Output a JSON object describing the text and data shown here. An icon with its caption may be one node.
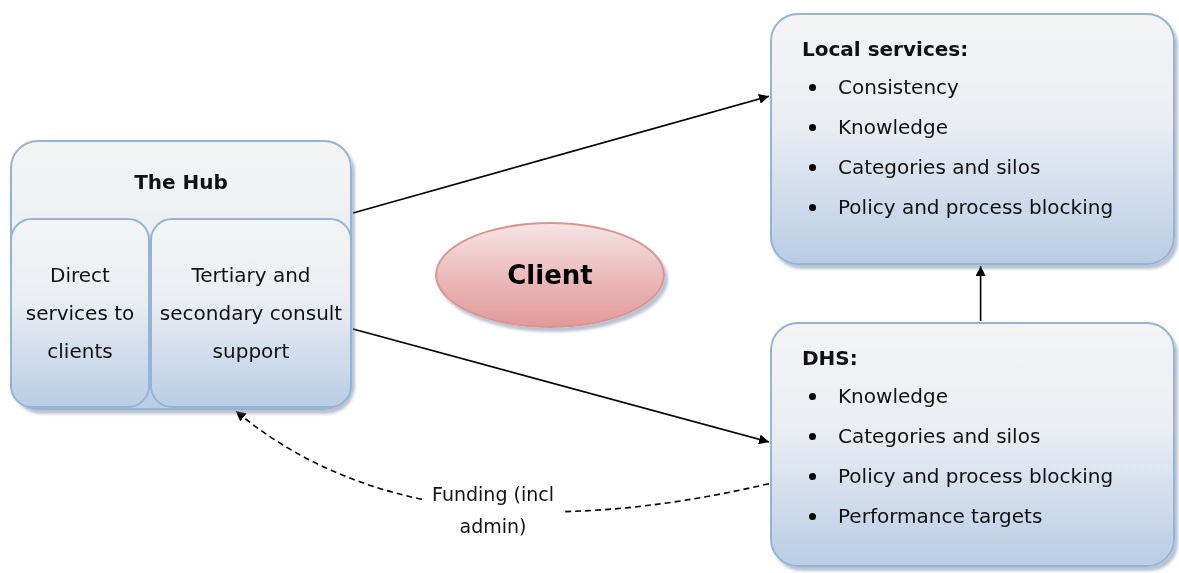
{
  "diagram": {
    "nodes": [
      {
        "text": [
          "The Hub"
        ]
      },
      {
        "text": [
          "Direct services to clients"
        ],
        "in": 0
      },
      {
        "text": [
          "Tertiary and secondary consult support"
        ],
        "in": 0
      },
      {
        "text": [
          "Client"
        ]
      },
      {
        "text": [
          "Local services:",
          "Consistency",
          "Knowledge",
          "Categories and silos",
          "Policy and process blocking"
        ]
      },
      {
        "text": [
          "DHS:",
          "Knowledge",
          "Categories and silos",
          "Policy and process blocking",
          "Performance targets"
        ]
      }
    ],
    "edges": [
      {
        "from": 0,
        "to": 4,
        "arrow": "to"
      },
      {
        "from": 0,
        "to": 5,
        "arrow": "to"
      },
      {
        "from": 5,
        "to": 4,
        "arrow": "to"
      },
      {
        "from": 5,
        "to": 0,
        "arrow": "to",
        "style": "dashed",
        "label": "Funding (incl admin)"
      }
    ]
  }
}
